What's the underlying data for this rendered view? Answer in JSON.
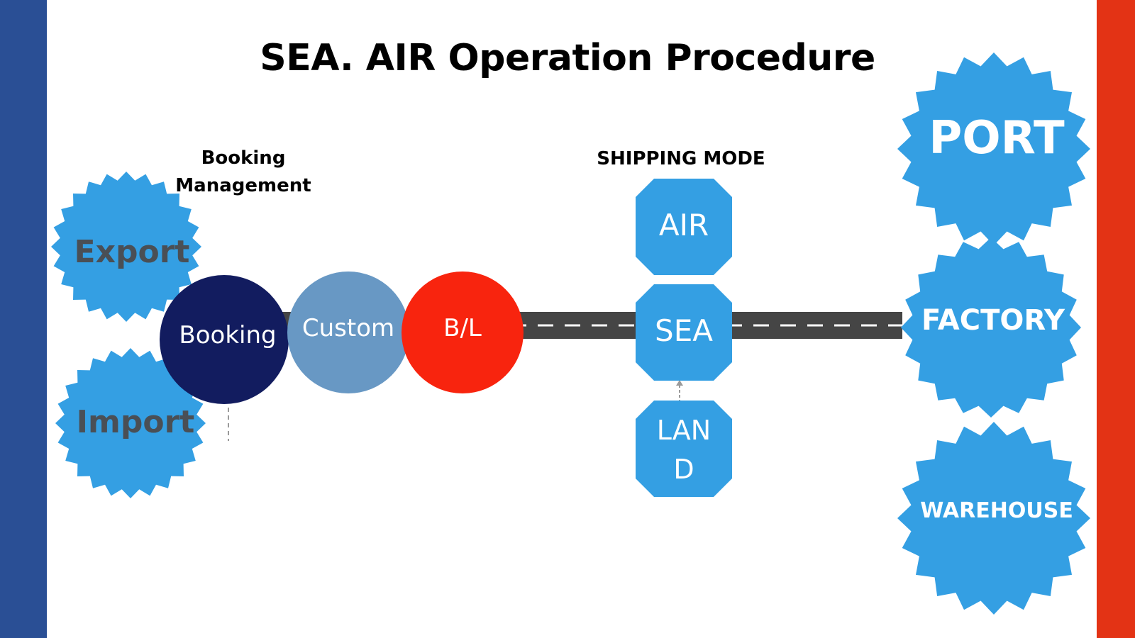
{
  "title": "SEA. AIR Operation Procedure",
  "labels": {
    "booking_management": "Booking\nManagement",
    "shipping_mode": "SHIPPING MODE"
  },
  "flow": {
    "export": "Export",
    "import": "Import",
    "booking": "Booking",
    "custom": "Custom",
    "bl": "B/L"
  },
  "shipping_modes": {
    "air": "AIR",
    "sea": "SEA",
    "land": "LAN\nD"
  },
  "destinations": {
    "port": "PORT",
    "factory": "FACTORY",
    "warehouse": "WAREHOUSE"
  },
  "colors": {
    "left_stripe": "#2a4f95",
    "right_stripe": "#e33315",
    "badge_blue": "#349fe3",
    "booking_navy": "#121c5f",
    "custom_steel": "#6898c4",
    "bl_red": "#f8240e",
    "road": "#454545"
  },
  "icons": [
    "starburst-badge",
    "octagon",
    "circle",
    "road-line"
  ]
}
